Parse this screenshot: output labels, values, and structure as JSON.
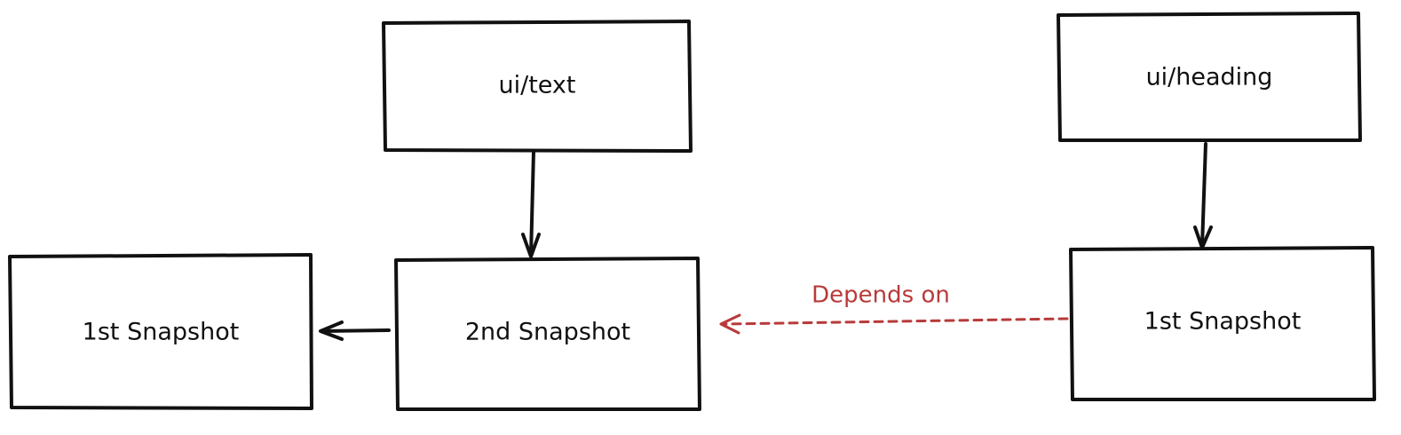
{
  "nodes": {
    "ui_text": {
      "label": "ui/text"
    },
    "ui_heading": {
      "label": "ui/heading"
    },
    "snapshot_left_first": {
      "label": "1st Snapshot"
    },
    "snapshot_second": {
      "label": "2nd Snapshot"
    },
    "snapshot_right_first": {
      "label": "1st Snapshot"
    }
  },
  "edges": {
    "dependency": {
      "label": "Depends on",
      "color": "#b83a3a"
    }
  },
  "colors": {
    "stroke": "#111111",
    "background": "#ffffff",
    "accent": "#b83a3a"
  }
}
